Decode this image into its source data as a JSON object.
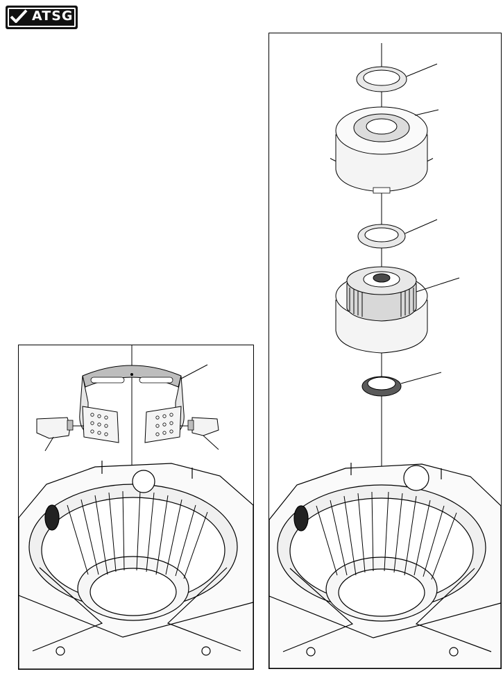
{
  "logo": {
    "text": "ATSG"
  },
  "colors": {
    "line": "#000000",
    "fill_light": "#f2f2f2",
    "fill_mid": "#cfcfcf",
    "fill_dark": "#4a4a4a"
  },
  "left_panel": {
    "parts": [
      "brake-band",
      "band-anchor-left",
      "band-anchor-right",
      "transmission-case"
    ]
  },
  "right_panel": {
    "parts": [
      "thrust-washer-upper",
      "clutch-drum",
      "thrust-washer-middle",
      "clutch-pack-assembly",
      "thrust-bearing",
      "transmission-case"
    ]
  }
}
